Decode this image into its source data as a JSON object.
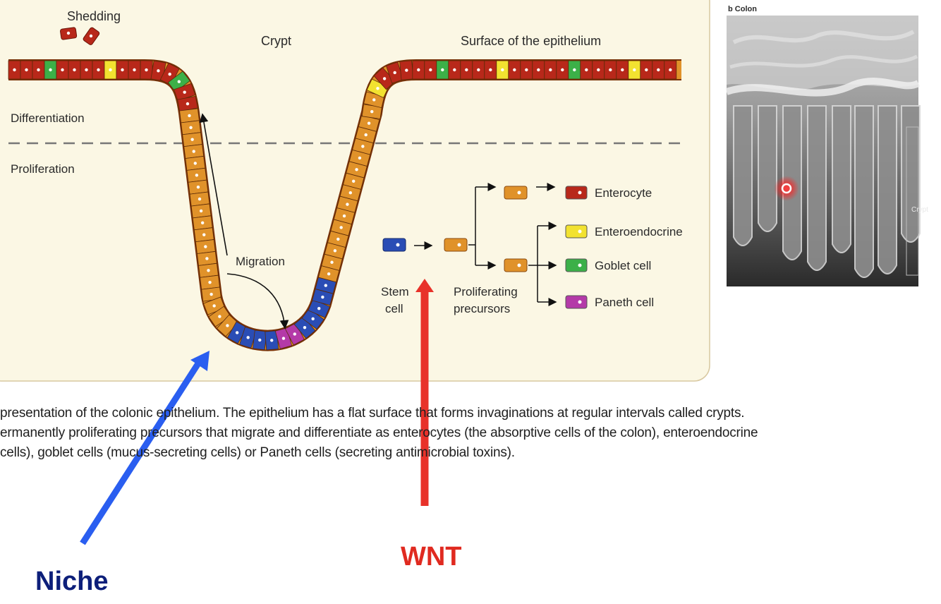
{
  "diagram": {
    "labels": {
      "shedding": "Shedding",
      "crypt": "Crypt",
      "surface": "Surface of the epithelium",
      "differentiation": "Differentiation",
      "proliferation": "Proliferation",
      "migration": "Migration",
      "stem_cell_1": "Stem",
      "stem_cell_2": "cell",
      "precursors_1": "Proliferating",
      "precursors_2": "precursors"
    },
    "cell_types": [
      {
        "label": "Enterocyte",
        "color": "#b8281a"
      },
      {
        "label": "Enteroendocrine",
        "color": "#f2e230"
      },
      {
        "label": "Goblet cell",
        "color": "#3cb048"
      },
      {
        "label": "Paneth cell",
        "color": "#b43aa8"
      }
    ],
    "colors": {
      "panel_bg": "#fbf7e4",
      "enterocyte": "#b8281a",
      "enteroendocrine": "#f2e230",
      "goblet": "#3cb048",
      "paneth": "#b43aa8",
      "precursor": "#e0922a",
      "stem": "#2a4db5",
      "niche_arrow": "#2a5ef0",
      "wnt_arrow": "#e8322a",
      "niche_text": "#0d1f7a",
      "wnt_text": "#e02a20"
    }
  },
  "micrograph": {
    "title": "b Colon",
    "crypt_label": "Crypt"
  },
  "caption": {
    "line1": "presentation of the colonic epithelium. The epithelium has a flat surface that forms invaginations at regular intervals called crypts.",
    "line2": "ermanently proliferating precursors that migrate and differentiate as enterocytes (the absorptive cells of the colon), enteroendocrine",
    "line3": "cells), goblet cells (mucus-secreting cells) or Paneth cells (secreting antimicrobial toxins)."
  },
  "annotations": {
    "niche": "Niche",
    "wnt": "WNT"
  }
}
